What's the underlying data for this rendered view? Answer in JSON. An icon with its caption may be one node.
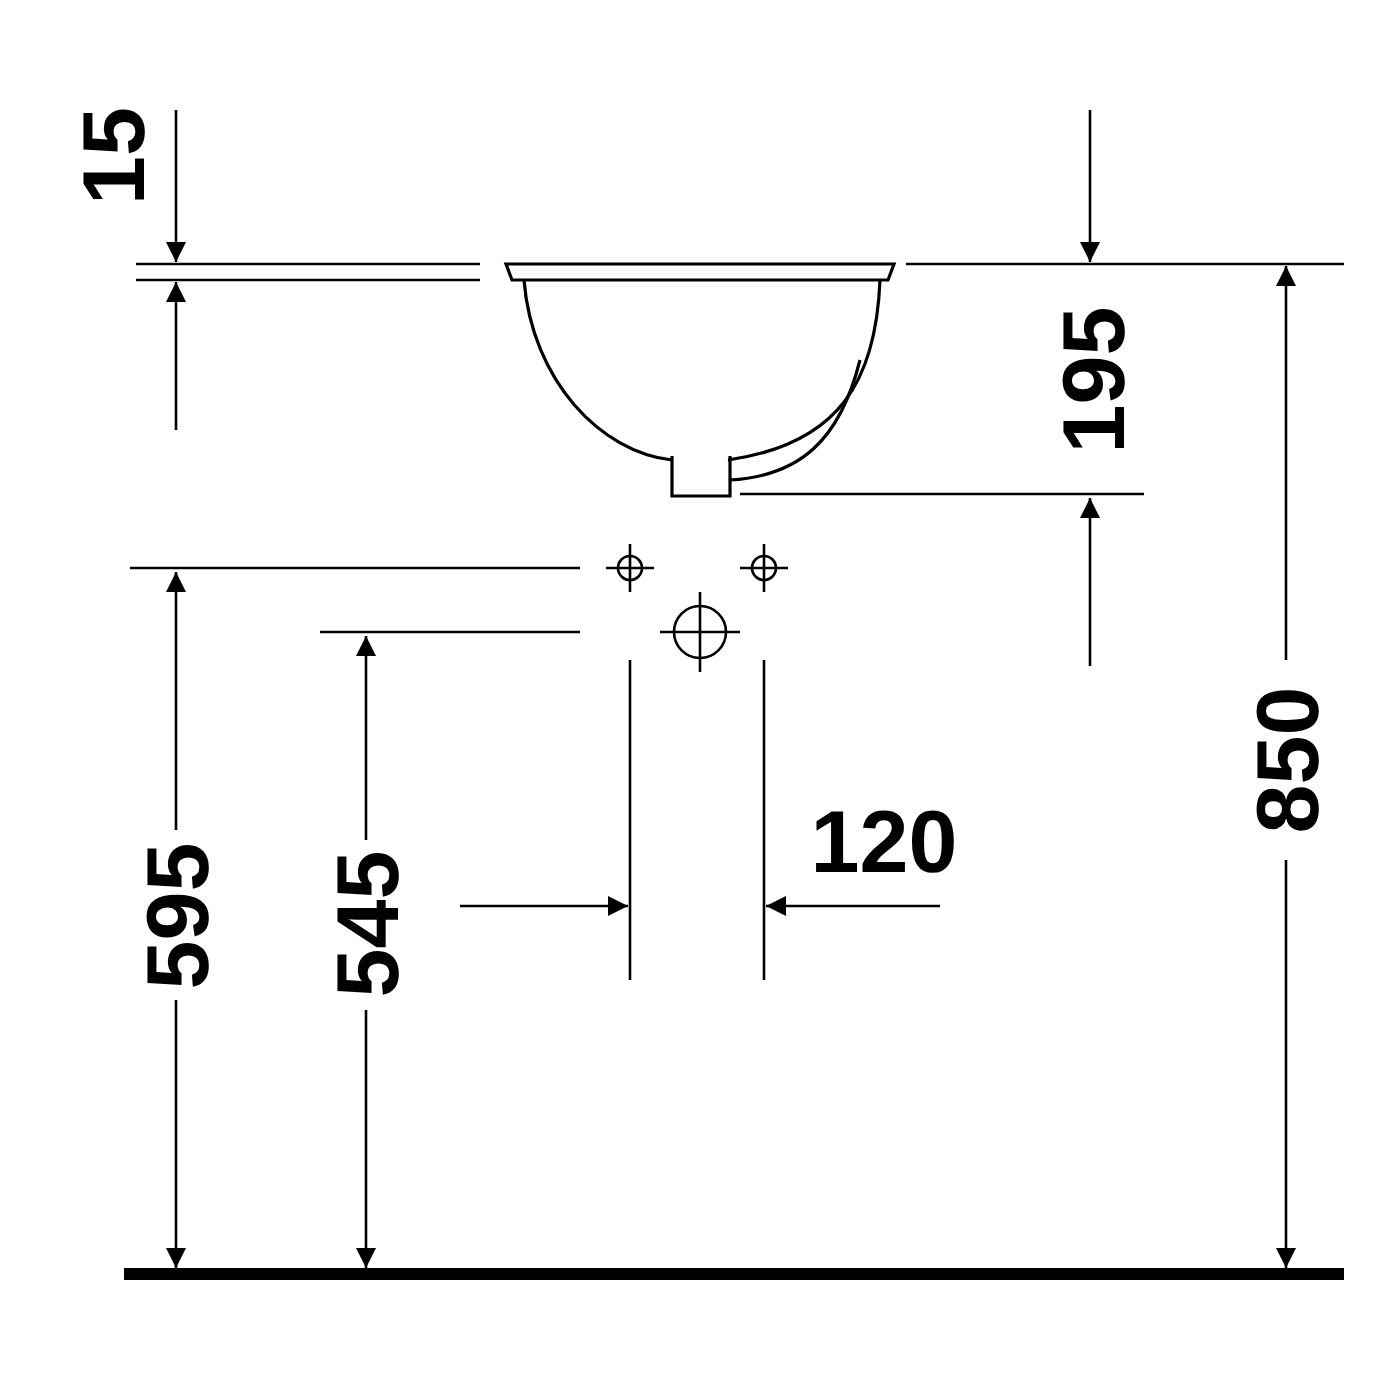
{
  "diagram": {
    "labels": [
      "15",
      "195",
      "850",
      "120",
      "595",
      "545"
    ]
  }
}
